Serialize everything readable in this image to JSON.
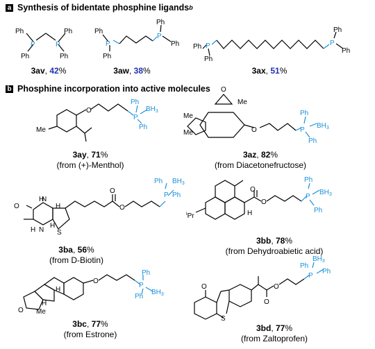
{
  "section_a": {
    "letter": "a",
    "title_main": "Synthesis of bidentate phosphine ligands",
    "title_sup": "b",
    "compounds": [
      {
        "id": "3av",
        "yield": "42",
        "unit": "%"
      },
      {
        "id": "3aw",
        "yield": "38",
        "unit": "%"
      },
      {
        "id": "3ax",
        "yield": "51",
        "unit": "%"
      }
    ]
  },
  "section_b": {
    "letter": "b",
    "title": "Phosphine incorporation  into active molecules",
    "compounds": [
      {
        "id": "3ay",
        "yield": "71",
        "unit": "%",
        "source": "(from (+)-Menthol)"
      },
      {
        "id": "3az",
        "yield": "82",
        "unit": "%",
        "source": "(from Diacetonefructose)"
      },
      {
        "id": "3ba",
        "yield": "56",
        "unit": "%",
        "source": "(from D-Biotin)"
      },
      {
        "id": "3bb",
        "yield": "78",
        "unit": "%",
        "source": "(from Dehydroabietic acid)"
      },
      {
        "id": "3bc",
        "yield": "77",
        "unit": "%",
        "source": "(from Estrone)"
      },
      {
        "id": "3bd",
        "yield": "77",
        "unit": "%",
        "source": "(from Zaltoprofen)"
      }
    ]
  },
  "atom_labels": {
    "ph": "Ph",
    "p": "P",
    "bh3": "BH",
    "bh3_sub": "3",
    "me": "Me",
    "h": "H",
    "n": "N",
    "s": "S",
    "o": "O",
    "ipr_sup": "i",
    "ipr": "Pr",
    "h_stereo": "H"
  },
  "colors": {
    "phosphorus_blue": "#1a8fd8",
    "yield_blue": "#1f2fb5"
  }
}
